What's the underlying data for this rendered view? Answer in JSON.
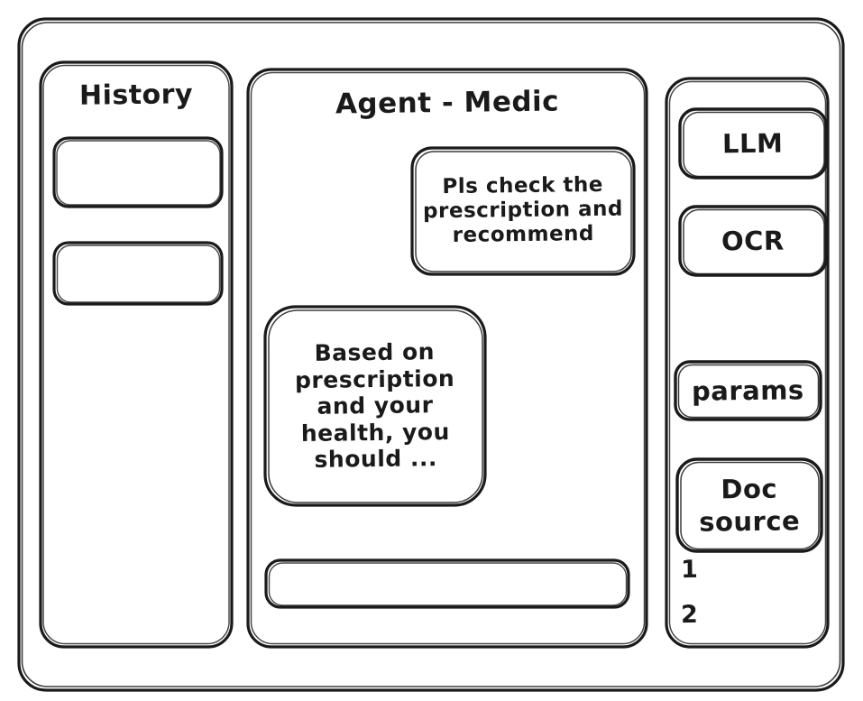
{
  "window": {
    "title": ""
  },
  "history": {
    "title": "History",
    "items": [
      {
        "label": ""
      },
      {
        "label": ""
      }
    ]
  },
  "agent": {
    "title": "Agent - Medic",
    "messages": [
      {
        "role": "user",
        "text": "Pls check the prescription and recommend"
      },
      {
        "role": "assistant",
        "text": "Based on prescription and your health, you should ..."
      }
    ],
    "composer": {
      "value": "",
      "placeholder": ""
    }
  },
  "tools": {
    "buttons": [
      {
        "label": "LLM"
      },
      {
        "label": "OCR"
      },
      {
        "label": "params"
      },
      {
        "label": "Doc source"
      }
    ],
    "doc_sources": [
      {
        "label": "1"
      },
      {
        "label": "2"
      }
    ]
  },
  "colors": {
    "stroke": "#1a1a1a",
    "background": "#ffffff"
  }
}
